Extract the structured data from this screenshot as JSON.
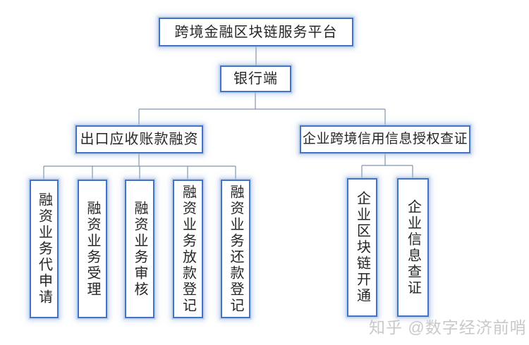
{
  "diagram": {
    "type": "org-flowchart",
    "nodes": {
      "platform": "跨境金融区块链服务平台",
      "bank": "银行端",
      "export_financing": "出口应收账款融资",
      "credit_verification": "企业跨境信用信息授权查证",
      "financing_children": [
        "融资业务代申请",
        "融资业务受理",
        "融资业务审核",
        "融资业务放款登记",
        "融资业务还款登记"
      ],
      "verification_children": [
        "企业区块链开通",
        "企业信息查证"
      ]
    },
    "hierarchy": {
      "platform": [
        "bank"
      ],
      "bank": [
        "export_financing",
        "credit_verification"
      ],
      "export_financing": "financing_children",
      "credit_verification": "verification_children"
    }
  },
  "watermark": "知乎 @数字经济前哨",
  "palette": {
    "box_border": "#4472c4",
    "box_glow": "#b4c7e7",
    "connector": "#7f96b2",
    "text": "#262626",
    "watermark_color": "#c9c9c9",
    "background": "#ffffff"
  }
}
